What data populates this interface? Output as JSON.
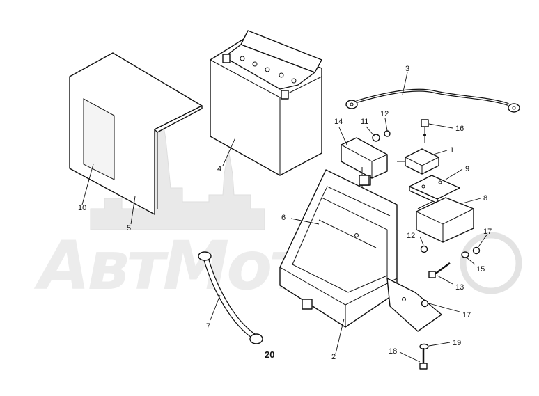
{
  "watermark": {
    "text": "АвтМото"
  },
  "callouts": {
    "c1": "1",
    "c2": "2",
    "c3": "3",
    "c4": "4",
    "c5": "5",
    "c6": "6",
    "c7": "7",
    "c8": "8",
    "c9": "9",
    "c10": "10",
    "c11": "11",
    "c12a": "12",
    "c12b": "12",
    "c13": "13",
    "c14": "14",
    "c15": "15",
    "c16": "16",
    "c17a": "17",
    "c17b": "17",
    "c18": "18",
    "c19": "19",
    "c20": "20"
  }
}
